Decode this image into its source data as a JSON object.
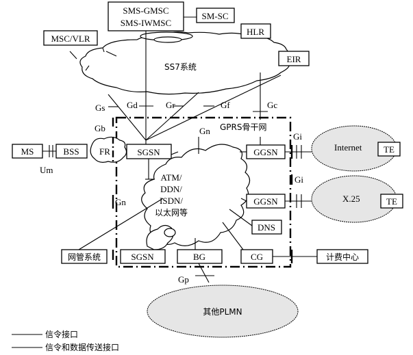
{
  "diagram": {
    "title": "GPRS network architecture",
    "nodes": {
      "sms_gmsc": [
        "SMS-GMSC",
        "SMS-IWMSC"
      ],
      "sm_sc": "SM-SC",
      "msc_vlr": "MSC/VLR",
      "hlr": "HLR",
      "eir": "EIR",
      "ss7": "SS7系统",
      "ms": "MS",
      "bss": "BSS",
      "fr": "FR",
      "sgsn_top": "SGSN",
      "ggsn_1": "GGSN",
      "ggsn_2": "GGSN",
      "dns": "DNS",
      "backbone_label": "GPRS骨干网",
      "transport_cloud": [
        "ATM/",
        "DDN/",
        "ISDN/",
        "以太网等"
      ],
      "internet": "Internet",
      "x25": "X.25",
      "te_1": "TE",
      "te_2": "TE",
      "nms": "网管系统",
      "sgsn_bottom": "SGSN",
      "bg": "BG",
      "cg": "CG",
      "billing": "计费中心",
      "other_plmn": "其他PLMN"
    },
    "interfaces": {
      "gs": "Gs",
      "gd": "Gd",
      "gr": "Gr",
      "gf": "Gf",
      "gc": "Gc",
      "gb": "Gb",
      "gn_top": "Gn",
      "gn_left": "Gn",
      "gi_1": "Gi",
      "gi_2": "Gi",
      "um": "Um",
      "gp": "Gp"
    },
    "legend": [
      {
        "line": "thin",
        "label": "信令接口"
      },
      {
        "line": "thin",
        "label": "信令和数据传送接口"
      }
    ]
  }
}
